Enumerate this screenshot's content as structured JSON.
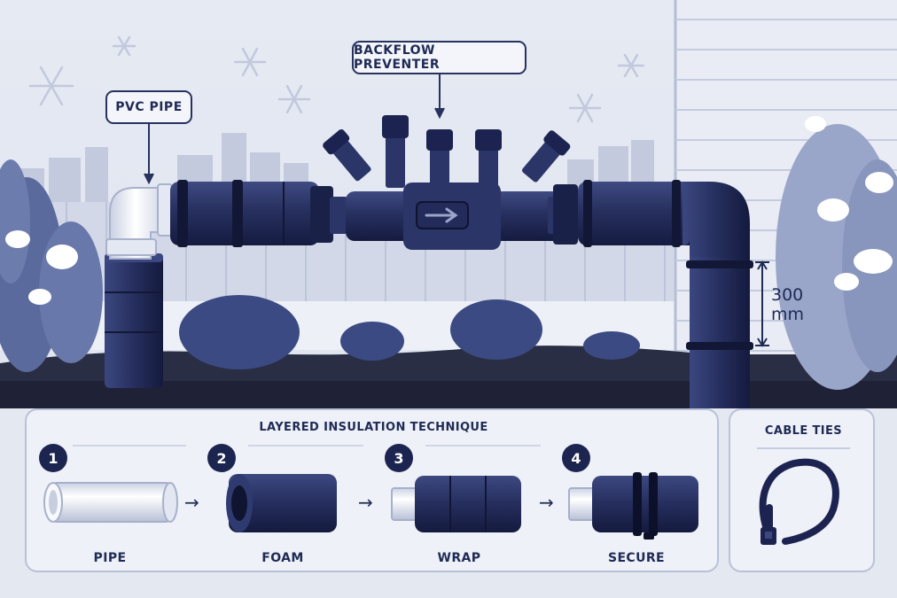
{
  "callouts": {
    "pvc_pipe": "PVC PIPE",
    "backflow_preventer": "BACKFLOW PREVENTER"
  },
  "dimension": {
    "value": "300",
    "unit": "mm"
  },
  "technique": {
    "title": "LAYERED INSULATION TECHNIQUE",
    "steps": [
      {
        "number": "1",
        "label": "PIPE"
      },
      {
        "number": "2",
        "label": "FOAM"
      },
      {
        "number": "3",
        "label": "WRAP"
      },
      {
        "number": "4",
        "label": "SECURE"
      }
    ]
  },
  "cable_ties": {
    "title": "CABLE TIES"
  },
  "icons": {
    "step_arrow": "→",
    "flow_arrow": "flow-direction-arrow-icon",
    "snowflake": "snowflake-icon"
  },
  "colors": {
    "background": "#e4e8f1",
    "insulation": "#232c5c",
    "insulation_band": "#141a3d",
    "pvc": "#f4f6fb",
    "foliage": "#5a6a9c"
  }
}
